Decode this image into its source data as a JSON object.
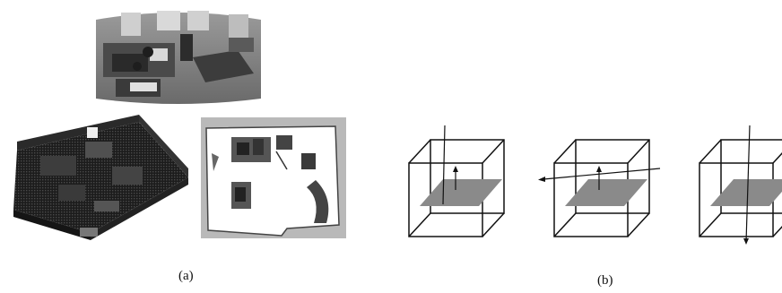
{
  "figure": {
    "panel_a": {
      "caption": "(a)",
      "images": [
        {
          "name": "office-photo",
          "description_icon": "photo-icon"
        },
        {
          "name": "voxel-3d-map",
          "description_icon": "point-cloud-icon"
        },
        {
          "name": "occupancy-2d-map",
          "description_icon": "map-icon"
        }
      ]
    },
    "panel_b": {
      "caption": "(b)",
      "cubes": [
        {
          "name": "cube-ray-vertical",
          "icon": "ray-through-cube-icon"
        },
        {
          "name": "cube-ray-horizontal",
          "icon": "ray-through-cube-icon"
        },
        {
          "name": "cube-ray-vertical-down",
          "icon": "ray-through-cube-icon"
        }
      ]
    }
  }
}
